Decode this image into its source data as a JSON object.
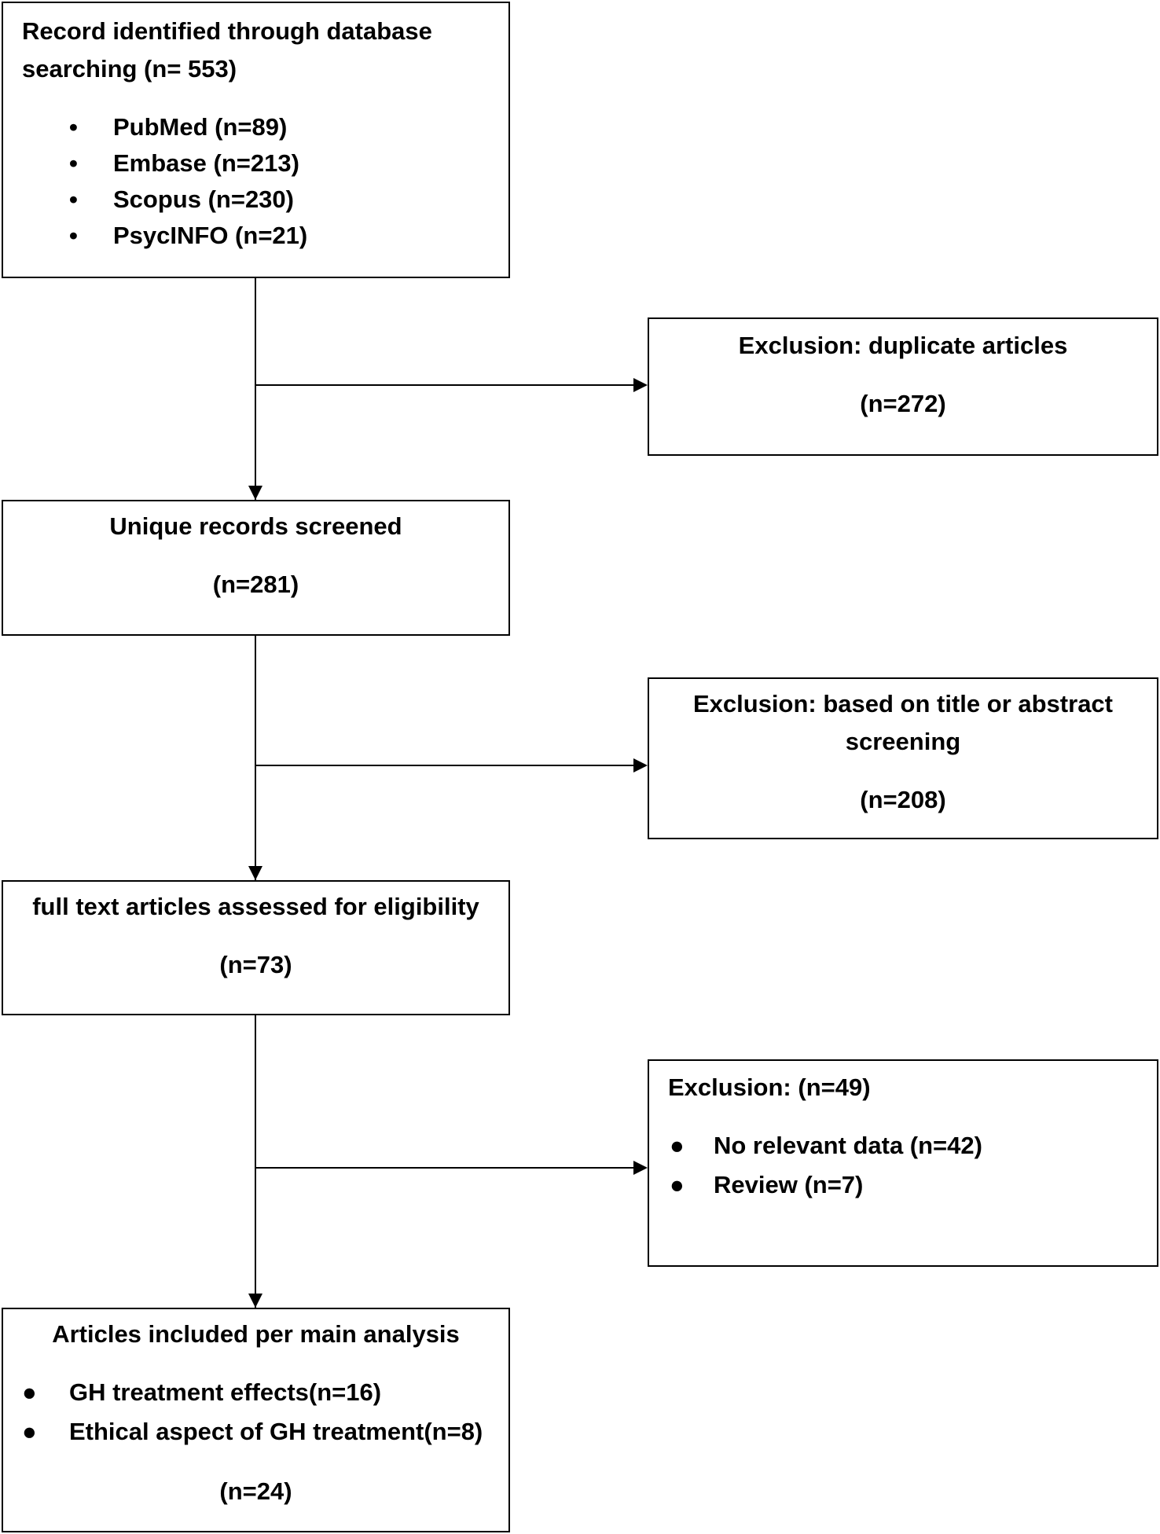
{
  "identified": {
    "title_line1": "Record identified through database",
    "title_line2": "searching (n= 553)",
    "items": [
      "PubMed (n=89)",
      "Embase (n=213)",
      "Scopus (n=230)",
      "PsycINFO (n=21)"
    ]
  },
  "exclusion_duplicates": {
    "title": "Exclusion: duplicate articles",
    "count": "(n=272)"
  },
  "screened": {
    "title": "Unique records screened",
    "count": "(n=281)"
  },
  "exclusion_screening": {
    "title_line1": "Exclusion: based on title or abstract",
    "title_line2": "screening",
    "count": "(n=208)"
  },
  "eligibility": {
    "title": "full text articles assessed for eligibility",
    "count": "(n=73)"
  },
  "exclusion_fulltext": {
    "title": "Exclusion: (n=49)",
    "items": [
      "No relevant data (n=42)",
      "Review (n=7)"
    ]
  },
  "included": {
    "title": "Articles included per main analysis",
    "items": [
      "GH treatment effects(n=16)",
      "Ethical aspect of GH treatment(n=8)"
    ],
    "count": "(n=24)"
  }
}
